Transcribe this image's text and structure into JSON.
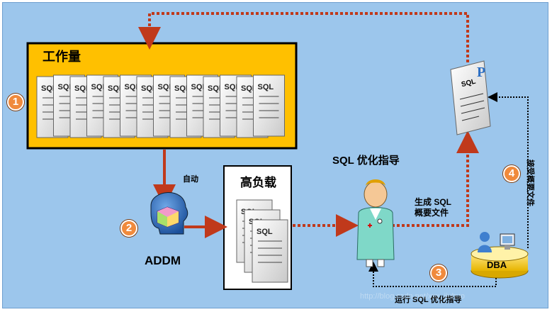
{
  "workload": {
    "title": "工作量",
    "doc_label": "SQL"
  },
  "addm": {
    "label": "ADDM",
    "auto_label": "自动"
  },
  "high_load": {
    "title": "高负载",
    "doc_label": "SQL"
  },
  "advisor": {
    "title": "SQL 优化指导",
    "gen_line1": "生成 SQL",
    "gen_line2": "概要文件"
  },
  "dba": {
    "label": "DBA",
    "run_label": "运行 SQL 优化指导",
    "accept_label": "接受概要文件"
  },
  "profile_doc": {
    "label": "SQL"
  },
  "steps": [
    "1",
    "2",
    "3",
    "4"
  ],
  "watermark": "http://blog.csdn.net/xxx_jiuhuo",
  "colors": {
    "background": "#9cc6ec",
    "workload_fill": "#ffc000",
    "arrow": "#c0391b",
    "badge": "#f08a3c",
    "dotted_black": "#000000"
  }
}
